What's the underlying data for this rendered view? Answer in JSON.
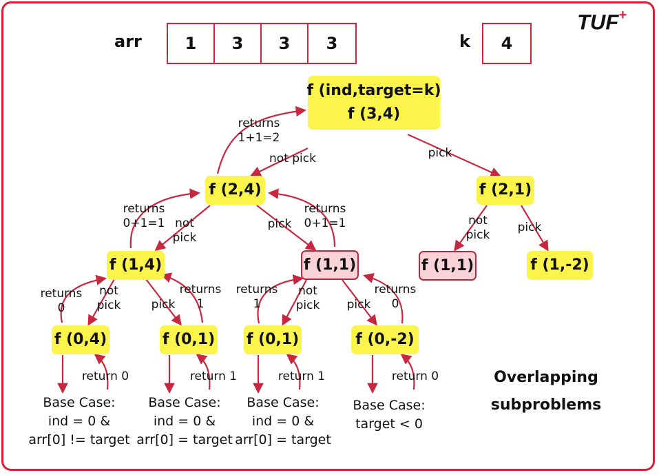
{
  "logo": {
    "text": "TUF",
    "plus": "+"
  },
  "header": {
    "arr_label": "arr",
    "arr_values": [
      "1",
      "3",
      "3",
      "3"
    ],
    "k_label": "k",
    "k_value": "4"
  },
  "nodes": {
    "root_line1": "f (ind,target=k)",
    "root_line2": "f (3,4)",
    "n24": "f (2,4)",
    "n21": "f (2,1)",
    "n14": "f (1,4)",
    "n11": "f (1,1)",
    "n11b": "f (1,1)",
    "n1m2": "f (1,-2)",
    "n04": "f (0,4)",
    "n01a": "f (0,1)",
    "n01b": "f (0,1)",
    "n0m2": "f (0,-2)"
  },
  "labels": {
    "not_pick": "not pick",
    "pick": "pick",
    "not": "not",
    "pick_word": "pick",
    "returns": "returns",
    "ret_1p1_2": "1+1=2",
    "ret_0p1_1": "0+1=1",
    "zero": "0",
    "one": "1",
    "return_0": "return 0",
    "return_1": "return 1"
  },
  "base_cases": {
    "title": "Base Case:",
    "ind0": "ind = 0 &",
    "neq": "arr[0] != target",
    "eq": "arr[0] = target",
    "neg": "target < 0"
  },
  "annotation": {
    "line1": "Overlapping",
    "line2": "subproblems"
  },
  "colors": {
    "accent": "#d81f3a",
    "node": "#fbf44a",
    "node_overlap": "#f9d3d8"
  }
}
